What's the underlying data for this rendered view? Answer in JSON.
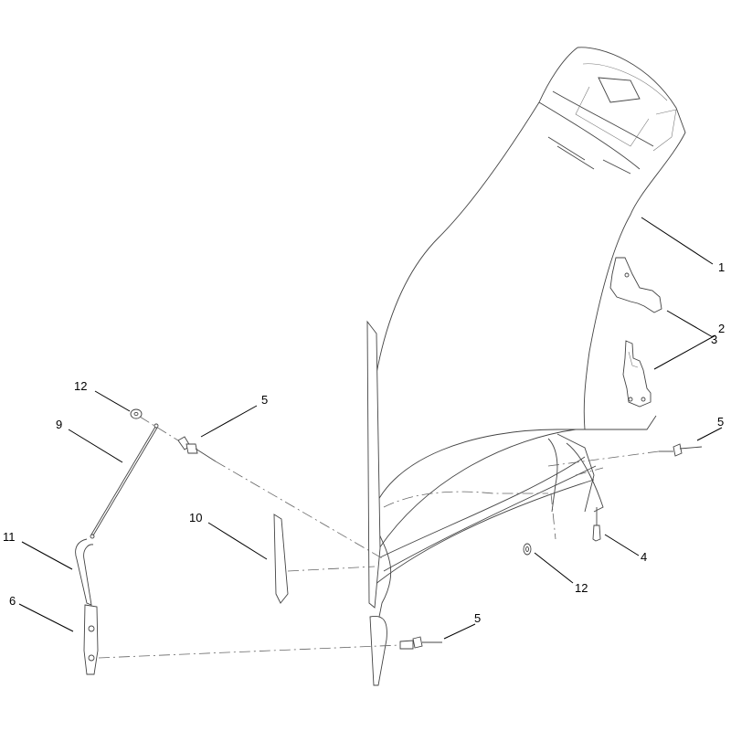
{
  "callouts": {
    "c1": "1",
    "c2": "2",
    "c3": "3",
    "c4": "4",
    "c5a": "5",
    "c5b": "5",
    "c5c": "5",
    "c6": "6",
    "c9": "9",
    "c10": "10",
    "c11": "11",
    "c12a": "12",
    "c12b": "12"
  }
}
